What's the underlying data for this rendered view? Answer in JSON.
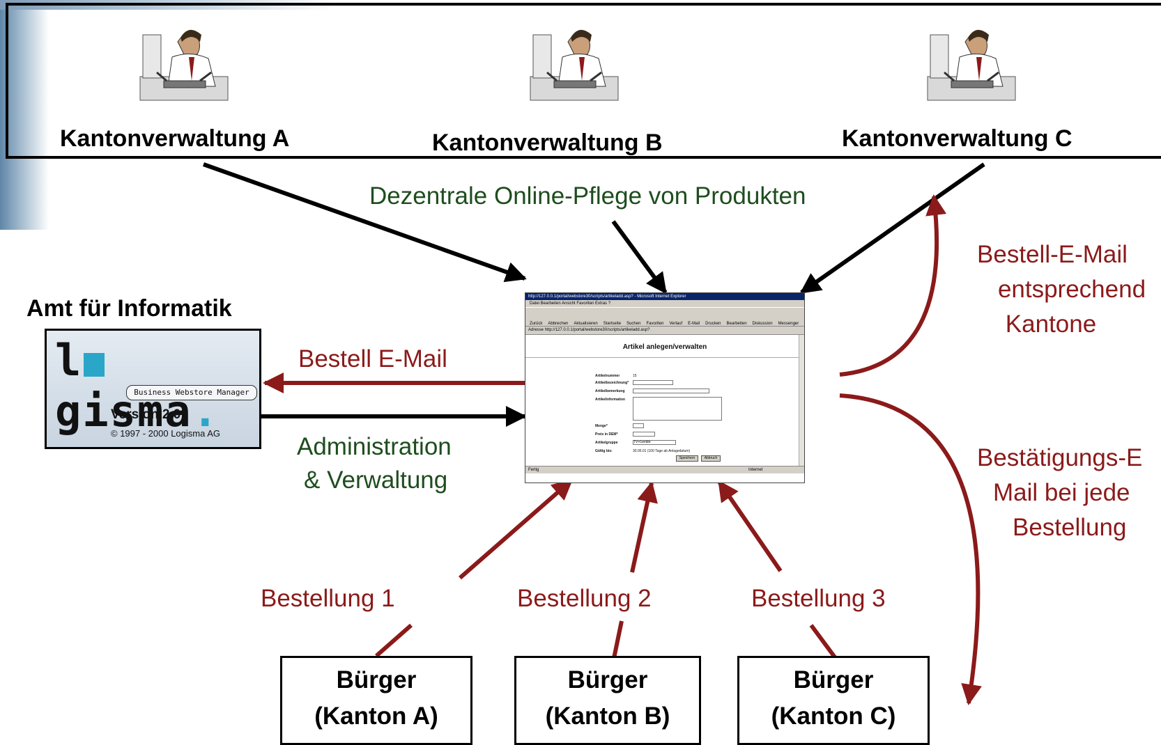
{
  "departments": [
    {
      "name": "Kantonverwaltung A"
    },
    {
      "name": "Kantonverwaltung B"
    },
    {
      "name": "Kantonverwaltung C"
    }
  ],
  "labels": {
    "decentral": "Dezentrale Online-Pflege von Produkten",
    "amt": "Amt für Informatik",
    "bestell_email": "Bestell E-Mail",
    "admin_1": "Administration",
    "admin_2": "& Verwaltung",
    "order_email_1": "Bestell-E-Mail",
    "order_email_2": "entsprechend",
    "order_email_3": "Kantone",
    "confirm_1": "Bestätigungs-E",
    "confirm_2": "Mail bei jede",
    "confirm_3": "Bestellung"
  },
  "orders": [
    "Bestellung 1",
    "Bestellung 2",
    "Bestellung 3"
  ],
  "citizens": [
    {
      "line1": "Bürger",
      "line2": "(Kanton A)"
    },
    {
      "line1": "Bürger",
      "line2": "(Kanton B)"
    },
    {
      "line1": "Bürger",
      "line2": "(Kanton C)"
    }
  ],
  "logo": {
    "word": "logisma",
    "tagline": "Business Webstore Manager",
    "version": "Version 2.0",
    "copyright": "© 1997 - 2000 Logisma AG"
  },
  "browser": {
    "title": "http://127.0.0.1/portal/webstore30/scripts/artikeladd.asp? - Microsoft Internet Explorer",
    "menu": "Datei  Bearbeiten  Ansicht  Favoriten  Extras  ?",
    "tools": [
      "Zurück",
      "Abbrechen",
      "Aktualisieren",
      "Startseite",
      "Suchen",
      "Favoriten",
      "Verlauf",
      "E-Mail",
      "Drucken",
      "Bearbeiten",
      "Diskussion",
      "Messenger"
    ],
    "address_label": "Adresse",
    "address": "http://127.0.0.1/portal/webstore30/scripts/artikeladd.asp?",
    "heading": "Artikel anlegen/verwalten",
    "fields": {
      "nummer": "Artikelnummer",
      "nummer_val": "15",
      "bezeichnung": "Artikelbezeichnung*",
      "bemerkung": "Artikelbemerkung",
      "information": "Artikelinformation",
      "menge": "Menge*",
      "preis": "Preis in DEM*",
      "gruppe": "Artikelgruppe",
      "gruppe_val": "TV+Geräte",
      "gueltig": "Gültig bis:",
      "gueltig_val": "30.05.01 (100 Tage ab Anlagedatum)"
    },
    "save": "Speichern",
    "cancel": "Abbruch",
    "status_left": "Fertig",
    "status_right": "Internet"
  },
  "colors": {
    "red": "#8b1a1a",
    "green": "#1e4d1e",
    "black": "#000000"
  }
}
